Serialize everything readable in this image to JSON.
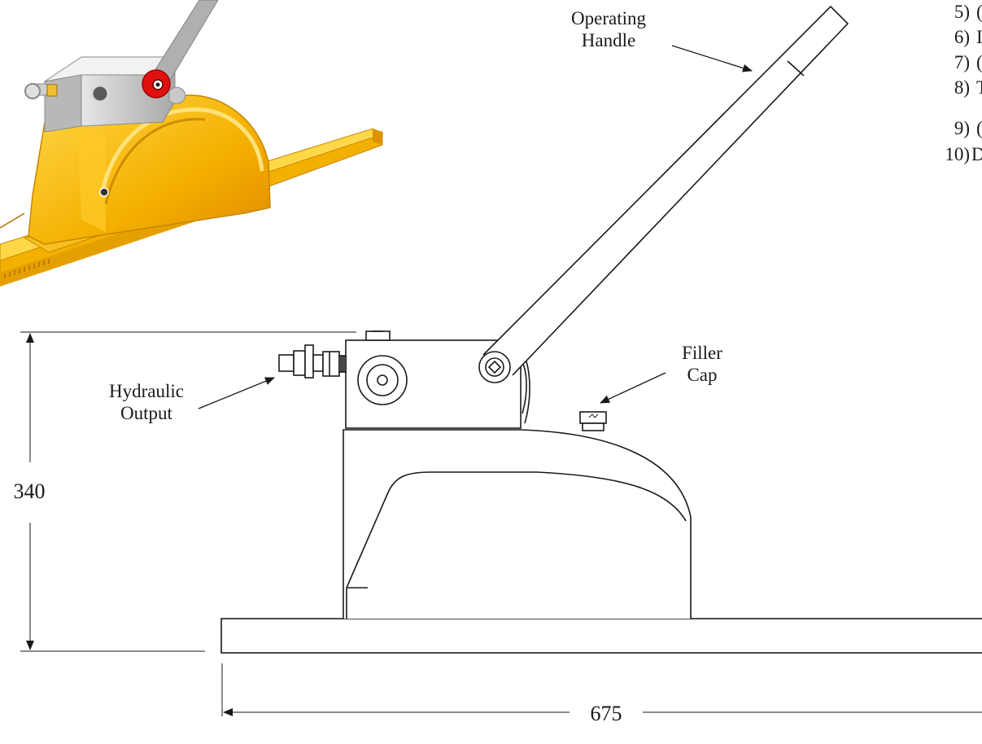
{
  "labels": {
    "operating_handle": [
      "Operating",
      "Handle"
    ],
    "filler_cap": [
      "Filler",
      "Cap"
    ],
    "hydraulic_output": [
      "Hydraulic",
      "Output"
    ]
  },
  "dimensions": {
    "height": "340",
    "width": "675"
  },
  "parts_list": [
    "5)",
    "6)",
    "7)",
    "8)",
    "9)",
    "10)"
  ],
  "parts_list_cut": [
    "(",
    "I",
    "(",
    "T",
    "(",
    "D"
  ],
  "colors": {
    "line": "#1a1a1a",
    "render_yellow": "#f4b000",
    "render_yellow_dark": "#d99400",
    "render_yellow_light": "#ffd84a",
    "render_grey": "#c8c8c8",
    "render_red": "#e01010"
  }
}
